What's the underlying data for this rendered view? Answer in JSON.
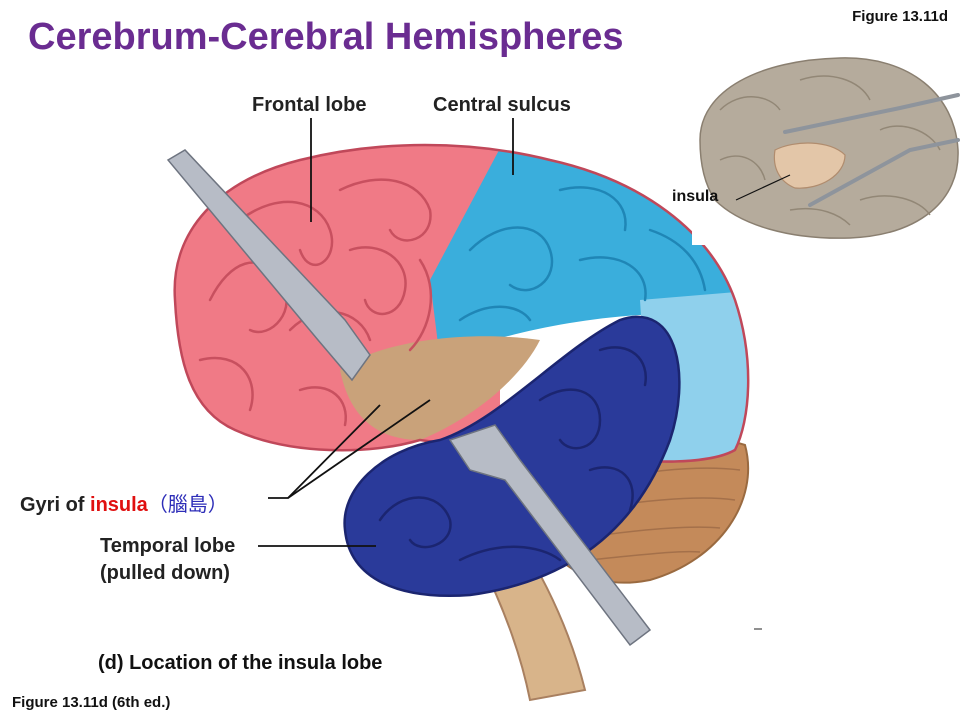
{
  "title": "Cerebrum-Cerebral Hemispheres",
  "figure_ref": "Figure 13.11d",
  "labels": {
    "frontal_lobe": "Frontal lobe",
    "central_sulcus": "Central sulcus",
    "gyri_prefix": "Gyri of ",
    "gyri_insula": "insula",
    "gyri_cjk": "（腦島）",
    "temporal_line1": "Temporal lobe",
    "temporal_line2": "(pulled down)",
    "photo_insula": "insula"
  },
  "caption": "(d) Location of the insula lobe",
  "footer": "Figure 13.11d (6th ed.)",
  "colors": {
    "title": "#6a2c91",
    "frontal": "#f07a86",
    "parietal": "#3aaedc",
    "temporal": "#2a3a9a",
    "occipital": "#8fd0ec",
    "insula": "#c9a27a",
    "cerebellum": "#c48a5a",
    "highlight": "#e01010"
  }
}
